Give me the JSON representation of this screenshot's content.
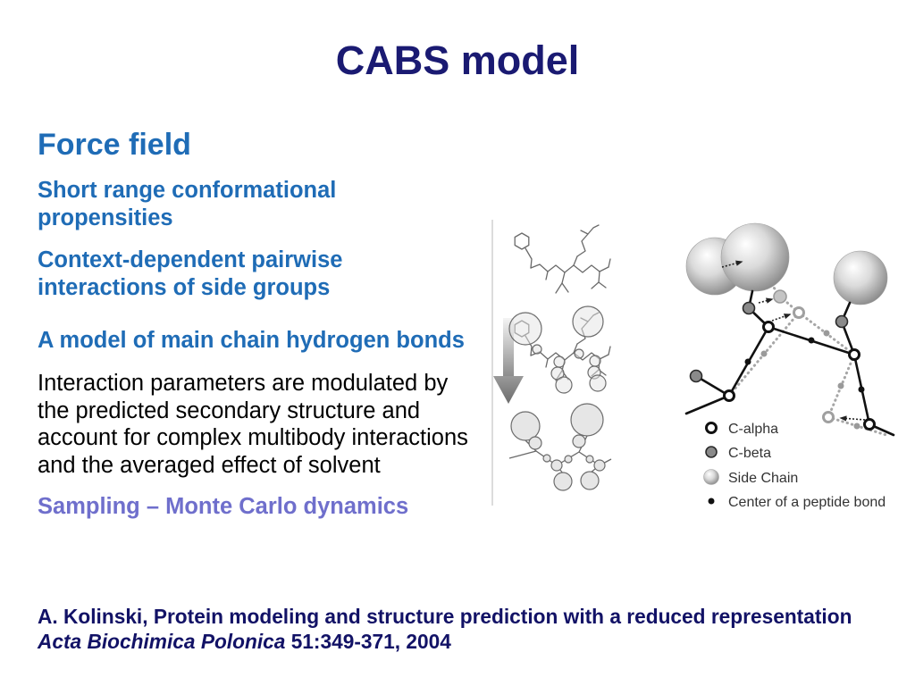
{
  "slide": {
    "title": "CABS model",
    "section_heading": "Force field",
    "points": {
      "short_range": [
        "Short range conformational",
        "propensities"
      ],
      "pairwise": [
        "Context-dependent pairwise",
        "interactions of side groups"
      ],
      "hydrogen_bonds": "A model of main chain hydrogen bonds"
    },
    "description": [
      "Interaction parameters are modulated by",
      "the predicted secondary structure and",
      "account for complex multibody interactions",
      "and the averaged effect of solvent"
    ],
    "sampling": "Sampling – Monte Carlo dynamics"
  },
  "figure": {
    "legend": [
      {
        "label": "C-alpha",
        "icon": "c-alpha-icon"
      },
      {
        "label": "C-beta",
        "icon": "c-beta-icon"
      },
      {
        "label": "Side Chain",
        "icon": "side-chain-icon"
      },
      {
        "label": "Center of a peptide bond",
        "icon": "peptide-bond-center-icon"
      }
    ]
  },
  "citation": {
    "reference": "A. Kolinski, Protein modeling and structure prediction with a reduced representation",
    "journal": "Acta Biochimica Polonica",
    "volume_pages_year": "51:349-371, 2004"
  },
  "colors": {
    "title": "#1a1a72",
    "heading": "#1f6cb6",
    "points": "#1f6cb6",
    "body": "#000000",
    "sampling": "#6f6fcc",
    "citation": "#121266",
    "legend_text": "#333333"
  }
}
